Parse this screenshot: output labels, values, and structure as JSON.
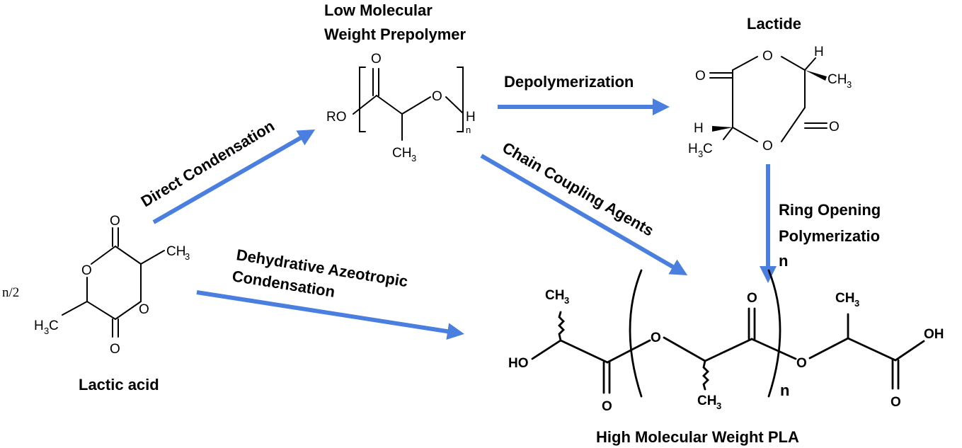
{
  "colors": {
    "arrow": "#4a7fe0",
    "ink": "#000000",
    "background": "#ffffff"
  },
  "labels": {
    "prepolymer_line1": "Low Molecular",
    "prepolymer_line2": "Weight Prepolymer",
    "lactide": "Lactide",
    "lactic_acid": "Lactic acid",
    "high_mw_pla": "High Molecular Weight PLA"
  },
  "arrows": {
    "direct_condensation": "Direct Condensation",
    "depolymerization": "Depolymerization",
    "chain_coupling": "Chain Coupling Agents",
    "ring_opening_line1": "Ring Opening",
    "ring_opening_line2": "Polymerizatio",
    "ring_opening_line3": "n",
    "dehydrative_line1": "Dehydrative Azeotropic",
    "dehydrative_line2": "Condensation"
  },
  "atoms": {
    "O": "O",
    "H": "H",
    "C": "C",
    "CH": "CH",
    "sub3": "3",
    "H3": "H",
    "RO": "RO",
    "n": "n",
    "HO": "HO",
    "OH": "OH",
    "n_half": "n/2"
  }
}
